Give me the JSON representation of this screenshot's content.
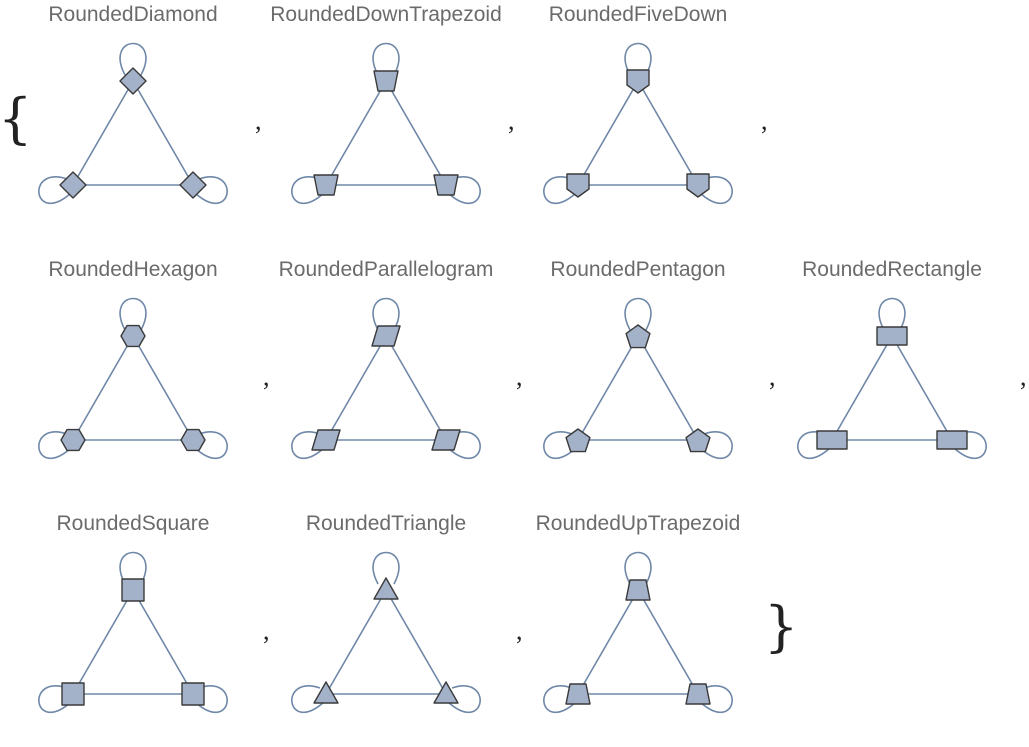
{
  "open_brace": "{",
  "close_brace": "}",
  "separator": ",",
  "colors": {
    "edge": "#6f88a8",
    "vertex_fill": "#a3b1c9",
    "vertex_stroke": "#3a3a3a",
    "label": "#6b6b6b"
  },
  "graphs": [
    {
      "label": "RoundedDiamond",
      "shape": "rounded-diamond"
    },
    {
      "label": "RoundedDownTrapezoid",
      "shape": "rounded-down-trapezoid"
    },
    {
      "label": "RoundedFiveDown",
      "shape": "rounded-five-down"
    },
    {
      "label": "RoundedHexagon",
      "shape": "rounded-hexagon"
    },
    {
      "label": "RoundedParallelogram",
      "shape": "rounded-parallelogram"
    },
    {
      "label": "RoundedPentagon",
      "shape": "rounded-pentagon"
    },
    {
      "label": "RoundedRectangle",
      "shape": "rounded-rectangle"
    },
    {
      "label": "RoundedSquare",
      "shape": "rounded-square"
    },
    {
      "label": "RoundedTriangle",
      "shape": "rounded-triangle"
    },
    {
      "label": "RoundedUpTrapezoid",
      "shape": "rounded-up-trapezoid"
    }
  ]
}
